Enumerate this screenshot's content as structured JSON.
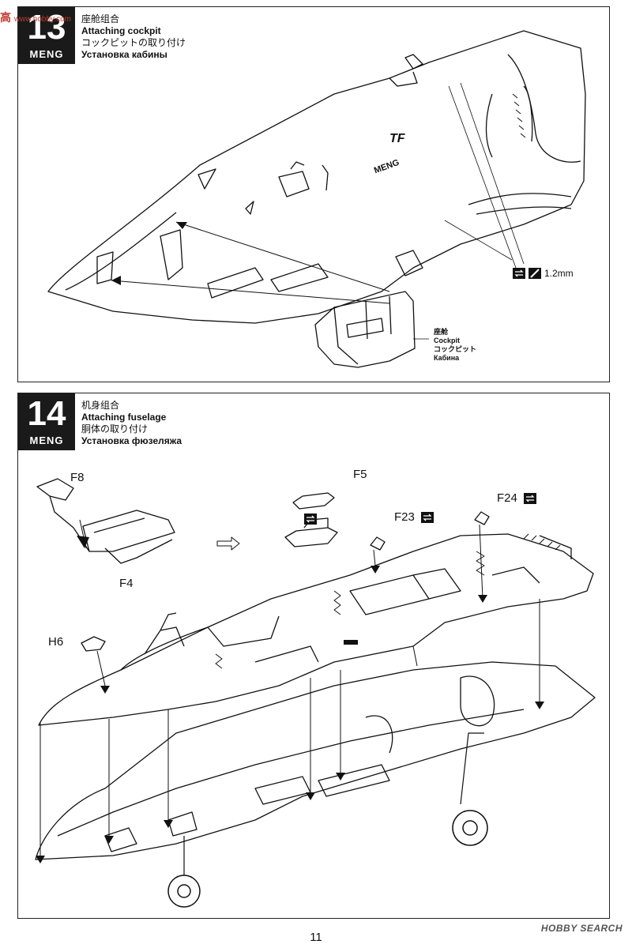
{
  "watermark": {
    "cn": "高",
    "url": "www.hobby.com"
  },
  "step13": {
    "number": "13",
    "brand": "MENG",
    "title_cn": "座舱组合",
    "title_en": "Attaching cockpit",
    "title_jp": "コックピットの取り付け",
    "title_ru": "Установка кабины",
    "part_cn": "座舱",
    "part_en": "Cockpit",
    "part_jp": "コックピット",
    "part_ru": "Кабина",
    "drill": "1.2mm",
    "hull_mark_tf": "TF",
    "hull_mark_brand": "MENG"
  },
  "step14": {
    "number": "14",
    "brand": "MENG",
    "title_cn": "机身组合",
    "title_en": "Attaching fuselage",
    "title_jp": "胴体の取り付け",
    "title_ru": "Установка фюзеляжа",
    "parts": {
      "f8": "F8",
      "f4": "F4",
      "f5": "F5",
      "f23": "F23",
      "f24": "F24",
      "h6": "H6"
    }
  },
  "footer": {
    "page": "11",
    "source": "HOBBY SEARCH"
  }
}
